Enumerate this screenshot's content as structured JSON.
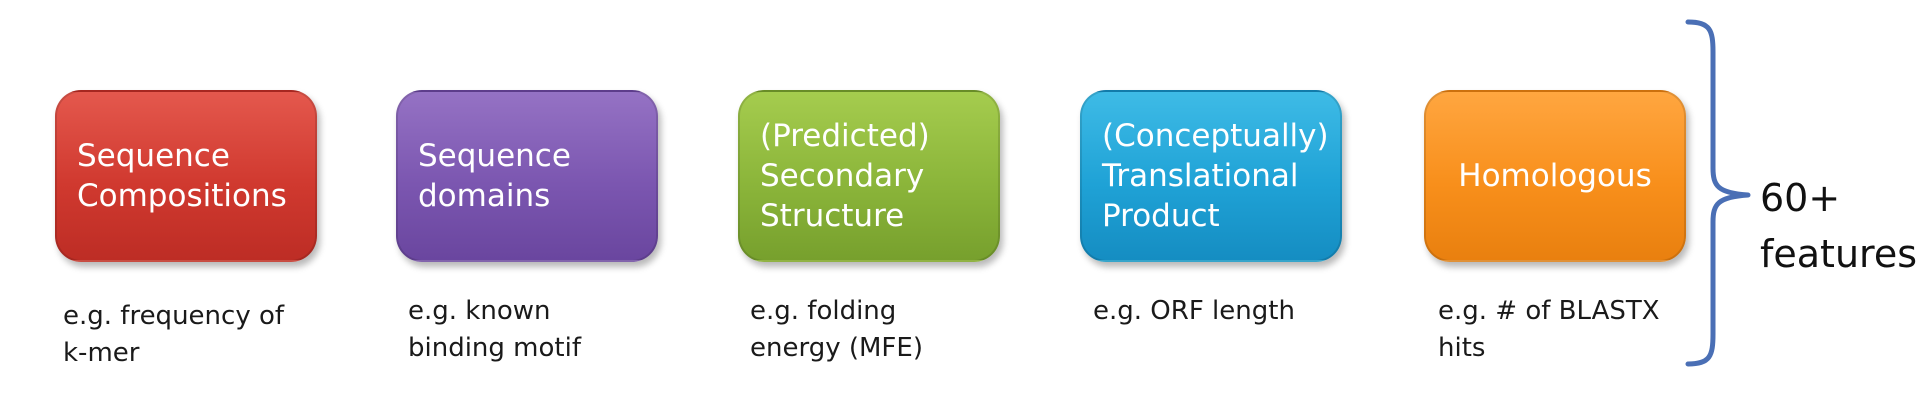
{
  "features": [
    {
      "box_lines": [
        "Sequence",
        "Compositions"
      ],
      "example_lines": [
        "e.g. frequency of",
        "k-mer"
      ],
      "color": "#d0392f"
    },
    {
      "box_lines": [
        "Sequence",
        "domains"
      ],
      "example_lines": [
        "e.g. known",
        "binding motif"
      ],
      "color": "#7b56b0"
    },
    {
      "box_lines": [
        "(Predicted)",
        "Secondary",
        "Structure"
      ],
      "example_lines": [
        "e.g. folding",
        "energy (MFE)"
      ],
      "color": "#8bb53a"
    },
    {
      "box_lines": [
        "(Conceptually)",
        "Translational",
        "Product"
      ],
      "example_lines": [
        "e.g. ORF length"
      ],
      "color": "#1fa2d6"
    },
    {
      "box_lines": [
        "Homologous"
      ],
      "example_lines": [
        "e.g. # of BLASTX",
        "hits"
      ],
      "color": "#f88f1b"
    }
  ],
  "summary": {
    "lines": [
      "60+",
      "features"
    ],
    "brace_color": "#4a6fb5"
  }
}
